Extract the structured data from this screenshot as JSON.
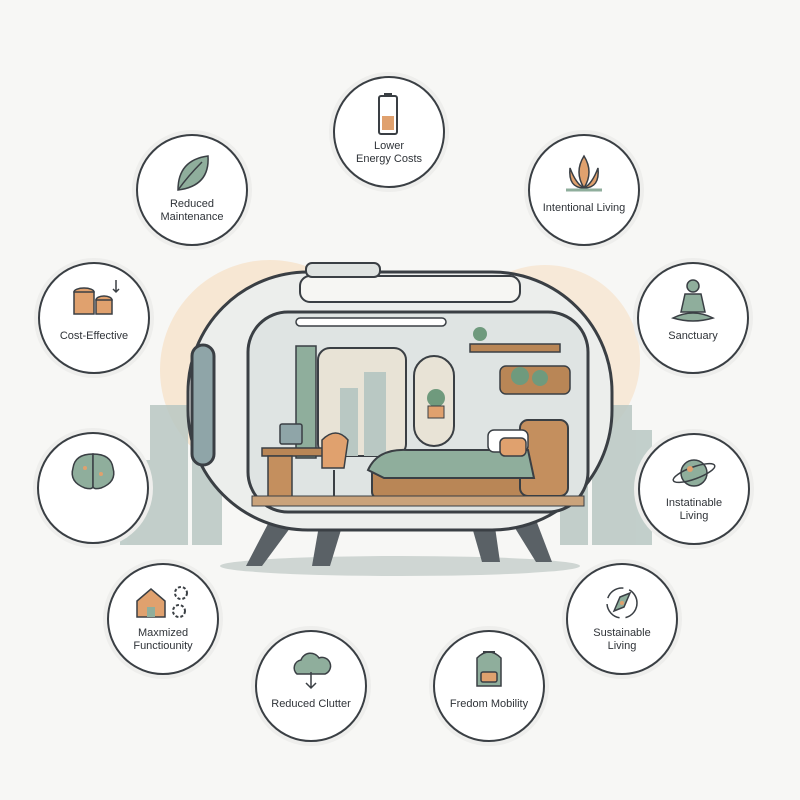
{
  "colors": {
    "outline": "#3a3f44",
    "sage": "#8fae9c",
    "orange": "#e0a16e",
    "peach_glow": "#f6dfc4",
    "city": "#9fb3ad"
  },
  "capsule": {
    "description_icon": "tiny-home-capsule-illustration"
  },
  "benefits": [
    {
      "id": "lower-energy-costs",
      "label": "Lower\nEnergy Costs",
      "icon": "battery-icon"
    },
    {
      "id": "intentional-living",
      "label": "Intentional Living",
      "icon": "lotus-icon"
    },
    {
      "id": "sanctuary",
      "label": "Sanctuary",
      "icon": "meditation-icon"
    },
    {
      "id": "instatinable-living",
      "label": "Instatinable\nLiving",
      "icon": "planet-icon"
    },
    {
      "id": "sustainable-living",
      "label": "Sustainable\nLiving",
      "icon": "compass-icon"
    },
    {
      "id": "fredom-mobility",
      "label": "Fredom Mobility",
      "icon": "backpack-icon"
    },
    {
      "id": "reduced-clutter",
      "label": "Reduced Clutter",
      "icon": "cloud-download-icon"
    },
    {
      "id": "maxmized-functiounity",
      "label": "Maxmized\nFunctiounity",
      "icon": "house-gears-icon"
    },
    {
      "id": "brain",
      "label": "",
      "icon": "brain-icon"
    },
    {
      "id": "cost-effective",
      "label": "Cost-Effective",
      "icon": "coins-icon"
    },
    {
      "id": "reduced-maintenance",
      "label": "Reduced\nMaintenance",
      "icon": "leaf-icon"
    }
  ]
}
